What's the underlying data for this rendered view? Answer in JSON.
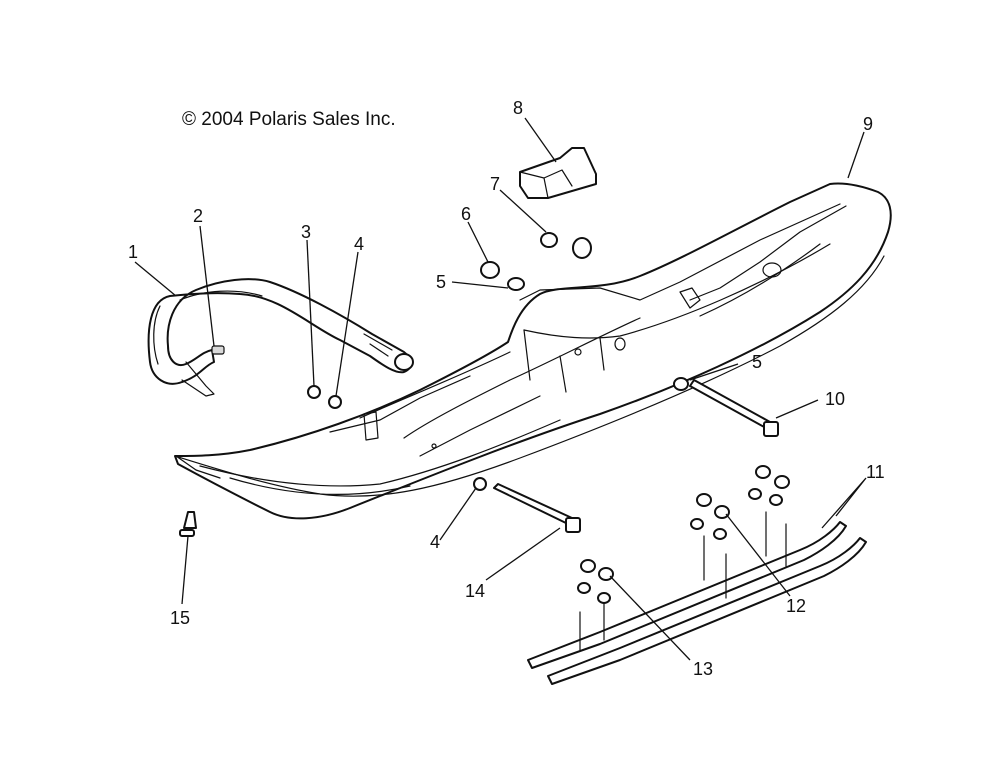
{
  "copyright": "© 2004 Polaris Sales Inc.",
  "callouts": {
    "c1": "1",
    "c2": "2",
    "c3": "3",
    "c4a": "4",
    "c4b": "4",
    "c5a": "5",
    "c5b": "5",
    "c6": "6",
    "c7": "7",
    "c8": "8",
    "c9": "9",
    "c10": "10",
    "c11": "11",
    "c12": "12",
    "c13": "13",
    "c14": "14",
    "c15": "15"
  }
}
